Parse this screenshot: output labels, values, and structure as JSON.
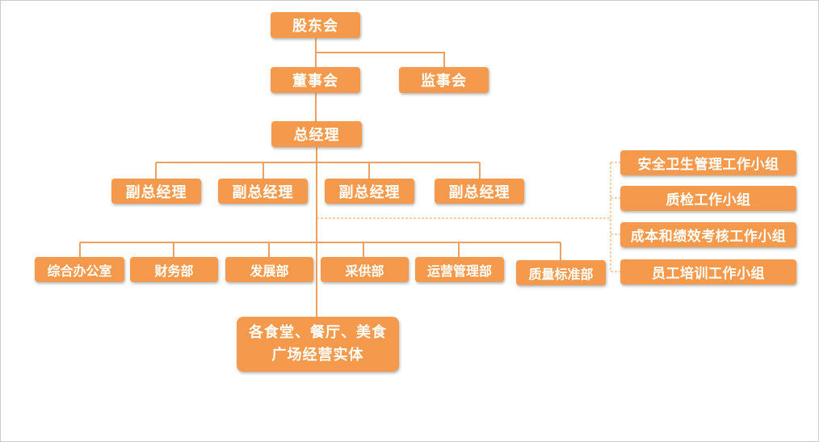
{
  "nodes": {
    "shareholders": "股东会",
    "board": "董事会",
    "supervisors": "监事会",
    "general_manager": "总经理",
    "deputy_gm": [
      "副总经理",
      "副总经理",
      "副总经理",
      "副总经理"
    ],
    "departments": [
      "综合办公室",
      "财务部",
      "发展部",
      "采供部",
      "运营管理部",
      "质量标准部"
    ],
    "entities": "各食堂、餐厅、美食广场经营实体",
    "working_groups": [
      "安全卫生管理工作小组",
      "质检工作小组",
      "成本和绩效考核工作小组",
      "员工培训工作小组"
    ]
  },
  "colors": {
    "node_fill": "#f59a4d",
    "connector": "#f0a060",
    "text": "#ffffff"
  }
}
